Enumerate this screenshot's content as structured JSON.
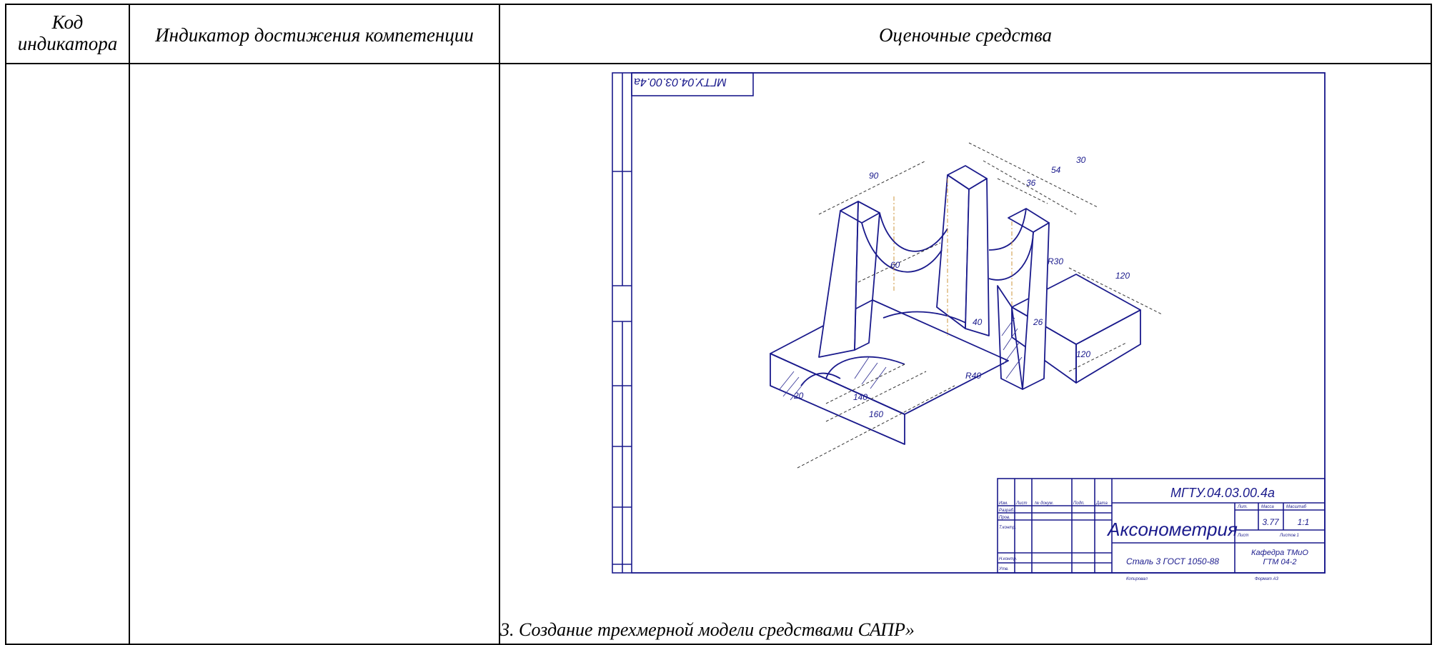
{
  "table": {
    "headers": {
      "code_line1": "Код",
      "code_line2": "индикатора",
      "indicator": "Индикатор достижения компетенции",
      "assessment": "Оценочные средства"
    }
  },
  "drawing": {
    "doc_code_mirrored": "МГТУ.04.03.00.4а",
    "doc_code": "МГТУ.04.03.00.4а",
    "title": "Аксонометрия",
    "mass": "3.77",
    "scale": "1:1",
    "material": "Сталь 3 ГОСТ 1050-88",
    "org_line1": "Кафедра ТМиО",
    "org_line2": "ГТМ 04-2",
    "dims": [
      "90",
      "30",
      "54",
      "36",
      "R30",
      "120",
      "60",
      "40",
      "26",
      "R40",
      "140",
      "160",
      "120",
      "20"
    ],
    "title_block_small": [
      "Изм.",
      "Лист",
      "№ докум.",
      "Подп.",
      "Дата",
      "Разраб.",
      "Пров.",
      "Т.контр.",
      "Н.контр.",
      "Утв.",
      "Лит.",
      "Масса",
      "Масштаб",
      "Лист",
      "Листов 1",
      "Копировал",
      "Формат A3"
    ]
  },
  "caption": "3. Создание трехмерной модели средствами САПР»"
}
